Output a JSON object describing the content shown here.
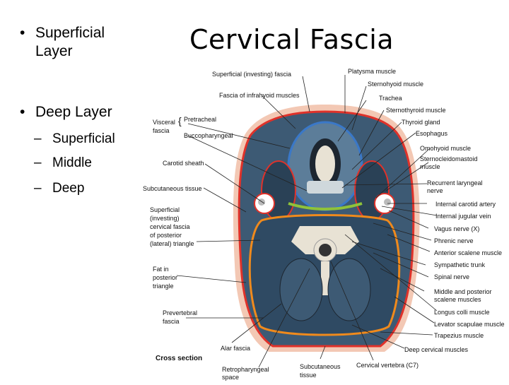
{
  "slide": {
    "title": "Cervical Fascia",
    "bullets": [
      {
        "label": "Superficial Layer"
      },
      {
        "label": "Deep Layer",
        "subitems": [
          "Superficial",
          "Middle",
          "Deep"
        ]
      }
    ]
  },
  "figure": {
    "labels": {
      "superficial_investing_fascia": "Superficial (investing) fascia",
      "platysma_muscle": "Platysma muscle",
      "sternohyoid_muscle": "Sternohyoid muscle",
      "fascia_infrahyoid": "Fascia of infrahyoid muscles",
      "trachea": "Trachea",
      "sternothyroid_muscle": "Sternothyroid muscle",
      "visceral": "Visceral",
      "fascia": "fascia",
      "pretracheal": "Pretracheal",
      "buccopharyngeal": "Buccopharyngeal",
      "thyroid_gland": "Thyroid gland",
      "esophagus": "Esophagus",
      "omohyoid_muscle": "Omohyoid muscle",
      "carotid_sheath": "Carotid sheath",
      "sternocleidomastoid_1": "Sternocleidomastoid",
      "sternocleidomastoid_2": "muscle",
      "subcutaneous_tissue": "Subcutaneous tissue",
      "recurrent_laryngeal_1": "Recurrent laryngeal",
      "recurrent_laryngeal_2": "nerve",
      "internal_carotid_artery": "Internal carotid artery",
      "internal_jugular_vein": "Internal jugular vein",
      "vagus_nerve": "Vagus nerve (X)",
      "phrenic_nerve": "Phrenic nerve",
      "anterior_scalene": "Anterior scalene muscle",
      "sympathetic_trunk": "Sympathetic trunk",
      "spinal_nerve": "Spinal nerve",
      "middle_posterior_scalene_1": "Middle and posterior",
      "middle_posterior_scalene_2": "scalene muscles",
      "longus_colli": "Longus colli muscle",
      "levator_scapulae": "Levator scapulae muscle",
      "trapezius": "Trapezius muscle",
      "deep_cervical": "Deep cervical muscles",
      "superficial_investing_cervical_1": "Superficial",
      "superficial_investing_cervical_2": "(investing)",
      "superficial_investing_cervical_3": "cervical fascia",
      "superficial_investing_cervical_4": "of posterior",
      "superficial_investing_cervical_5": "(lateral) triangle",
      "fat_posterior_1": "Fat in",
      "fat_posterior_2": "posterior",
      "fat_posterior_3": "triangle",
      "prevertebral_1": "Prevertebral",
      "prevertebral_2": "fascia",
      "cross_section": "Cross section",
      "alar_fascia": "Alar fascia",
      "retropharyngeal_1": "Retropharyngeal",
      "retropharyngeal_2": "space",
      "subcutaneous_bottom_1": "Subcutaneous",
      "subcutaneous_bottom_2": "tissue",
      "cervical_vertebra": "Cervical vertebra (C7)"
    },
    "colors": {
      "muscle": "#3d5a74",
      "muscle_dark": "#2a4156",
      "fascia_red": "#e0322a",
      "fascia_orange": "#f08a1c",
      "fascia_blue": "#3a78c8",
      "fascia_green": "#8fc23a",
      "skin": "#f3c8b4",
      "bone": "#e8e2d4",
      "lines": "#222222"
    }
  }
}
